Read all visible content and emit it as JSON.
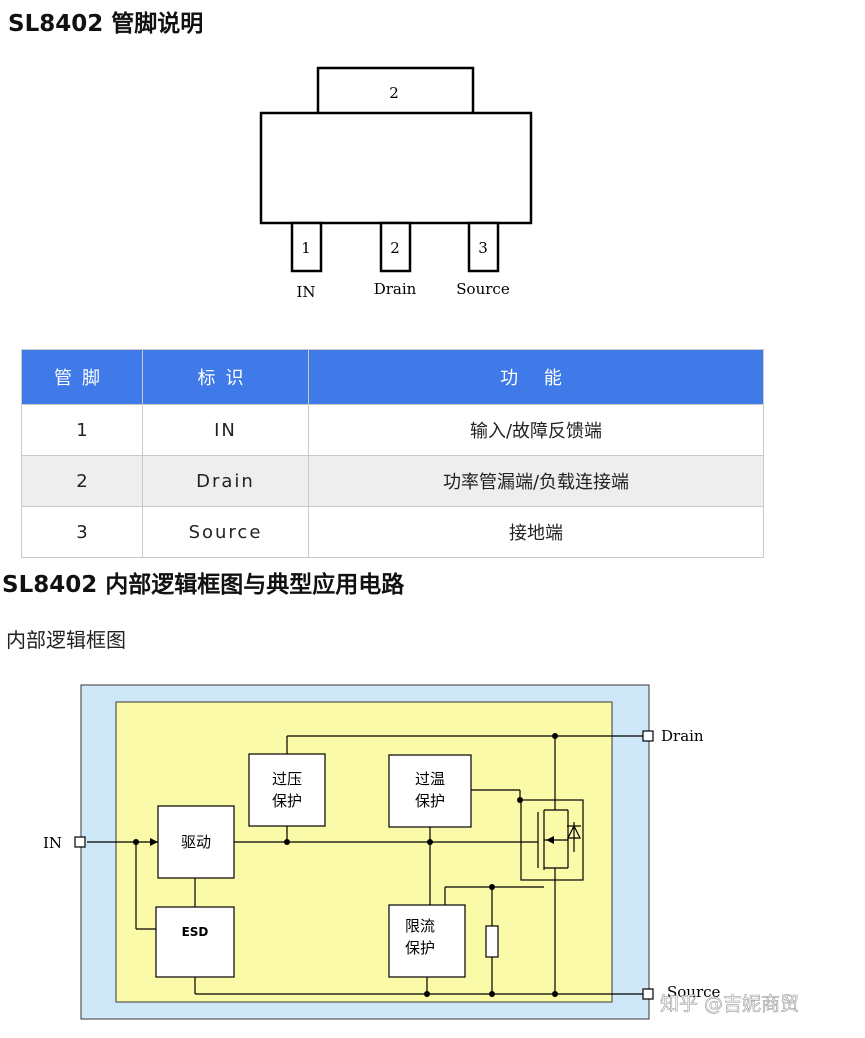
{
  "section1": {
    "title": "SL8402 管脚说明"
  },
  "package": {
    "tab_label": "2",
    "pins": [
      {
        "num": "1",
        "name": "IN"
      },
      {
        "num": "2",
        "name": "Drain"
      },
      {
        "num": "3",
        "name": "Source"
      }
    ]
  },
  "table": {
    "headers": [
      "管脚",
      "标识",
      "功 能"
    ],
    "rows": [
      {
        "pin": "1",
        "id": "IN",
        "func": "输入/故障反馈端"
      },
      {
        "pin": "2",
        "id": "Drain",
        "func": "功率管漏端/负载连接端"
      },
      {
        "pin": "3",
        "id": "Source",
        "func": "接地端"
      }
    ]
  },
  "section2": {
    "title": "SL8402 内部逻辑框图与典型应用电路",
    "subtitle": "内部逻辑框图"
  },
  "diagram": {
    "blocks": {
      "ovp": [
        "过压",
        "保护"
      ],
      "otp": [
        "过温",
        "保护"
      ],
      "driver": "驱动",
      "esd": "ESD",
      "ocp": [
        "限流",
        "保护"
      ]
    },
    "terminals": {
      "in": "IN",
      "drain": "Drain",
      "source": "Source"
    }
  },
  "watermark": "知乎 @吉妮商贸",
  "colors": {
    "header_blue": "#3f7ae8",
    "outer_bg": "#cfe8f7",
    "inner_bg": "#fbfaa8"
  }
}
